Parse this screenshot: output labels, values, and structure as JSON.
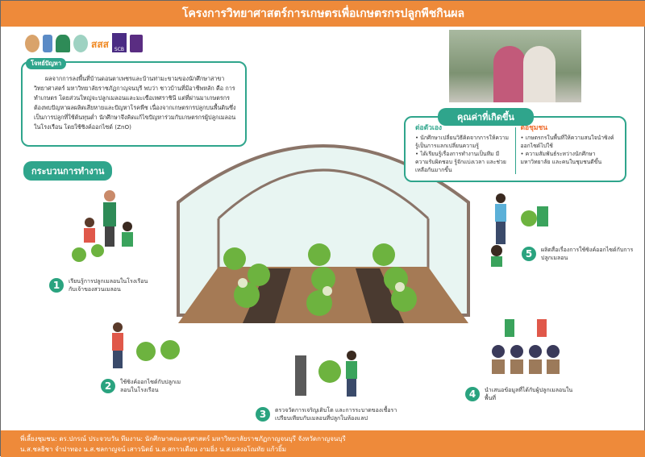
{
  "title": "โครงการวิทยาศาสตร์การเกษตรเพื่อเกษตรกรปลูกพืชกินผล",
  "logos": [
    "สสส",
    "SCB"
  ],
  "problem": {
    "label": "โจทย์ปัญหา",
    "text": "ผลจากการลงพื้นที่บ้านดอนตาเพชรและบ้านท่ามะขามของนักศึกษาสาขาวิทยาศาสตร์ มหาวิทยาลัยราชภัฏกาญจนบุรี พบว่า ชาวบ้านที่มีอาชีพหลัก คือ การทำเกษตร โดยส่วนใหญ่จะปลูกเมลอนและมะเขือเทศราชินี แต่ที่ผ่านมาเกษตรกรต้องพบปัญหาผลผลิตเสียหายและปัญหาโรคพืช เนื่องจากเกษตรกรปลูกบนพื้นดินซึ่งเป็นการปลูกที่ใช้ต้นทุนต่ำ นักศึกษาจึงคิดแก้ไขปัญหาร่วมกับเกษตรกรผู้ปลูกเมลอนในโรงเรือน โดยใช้ซิงค์ออกไซด์ (ZnO)"
  },
  "benefits": {
    "title": "คุณค่าที่เกิดขึ้น",
    "self": {
      "heading": "ต่อตัวเอง",
      "items": [
        "นักศึกษาเปลี่ยนวิธีคิดจากการให้ความรู้เป็นการแลกเปลี่ยนความรู้",
        "ได้เรียนรู้เรื่องการทำงานเป็นทีม มีความรับผิดชอบ รู้จักแบ่งเวลา และช่วยเหลือกันมากขึ้น"
      ]
    },
    "community": {
      "heading": "ต่อชุมชน",
      "items": [
        "เกษตรกรในพื้นที่ให้ความสนใจนำซิงค์ออกไซด์ไปใช้",
        "ความสัมพันธ์ระหว่างนักศึกษามหาวิทยาลัย และคนในชุมชนดีขึ้น"
      ]
    }
  },
  "process": {
    "title": "กระบวนการทำงาน",
    "steps": [
      {
        "n": "1",
        "text": "เรียนรู้การปลูกเมลอนในโรงเรือนกับเจ้าของสวนเมลอน"
      },
      {
        "n": "2",
        "text": "ใช้ซิงค์ออกไซด์กับปลูกเมลอนในโรงเรือน"
      },
      {
        "n": "3",
        "text": "ตรวจวัดการเจริญเติบโต และการระบาดของเชื้อราเปรียบเทียบกับเมลอนที่ปลูกในห้องแลป"
      },
      {
        "n": "4",
        "text": "นำเสนอข้อมูลที่ได้กับผู้ปลูกเมลอนในพื้นที่"
      },
      {
        "n": "5",
        "text": "ผลิตสื่อเรื่องการใช้ซิงค์ออกไซด์กับการปลูกเมลอน"
      }
    ]
  },
  "footer": {
    "line1": "พี่เลี้ยงชุมชน: ดร.ปกรณ์ ประจวบวัน    ทีมงาน: นักศึกษาคณะครุศาสตร์ มหาวิทยาลัยราชภัฏกาญจนบุรี จังหวัดกาญจนบุรี",
    "line2": "น.ส.ชลธิชา จำปาทอง    น.ส.ชลกาญจน์ เสาวนิตย์    น.ส.สกาวเดือน งามยิ่ง    น.ส.แสงอโณทัย แก้วยิ้ม"
  },
  "colors": {
    "orange": "#ee8a3a",
    "teal": "#2fa58c"
  }
}
